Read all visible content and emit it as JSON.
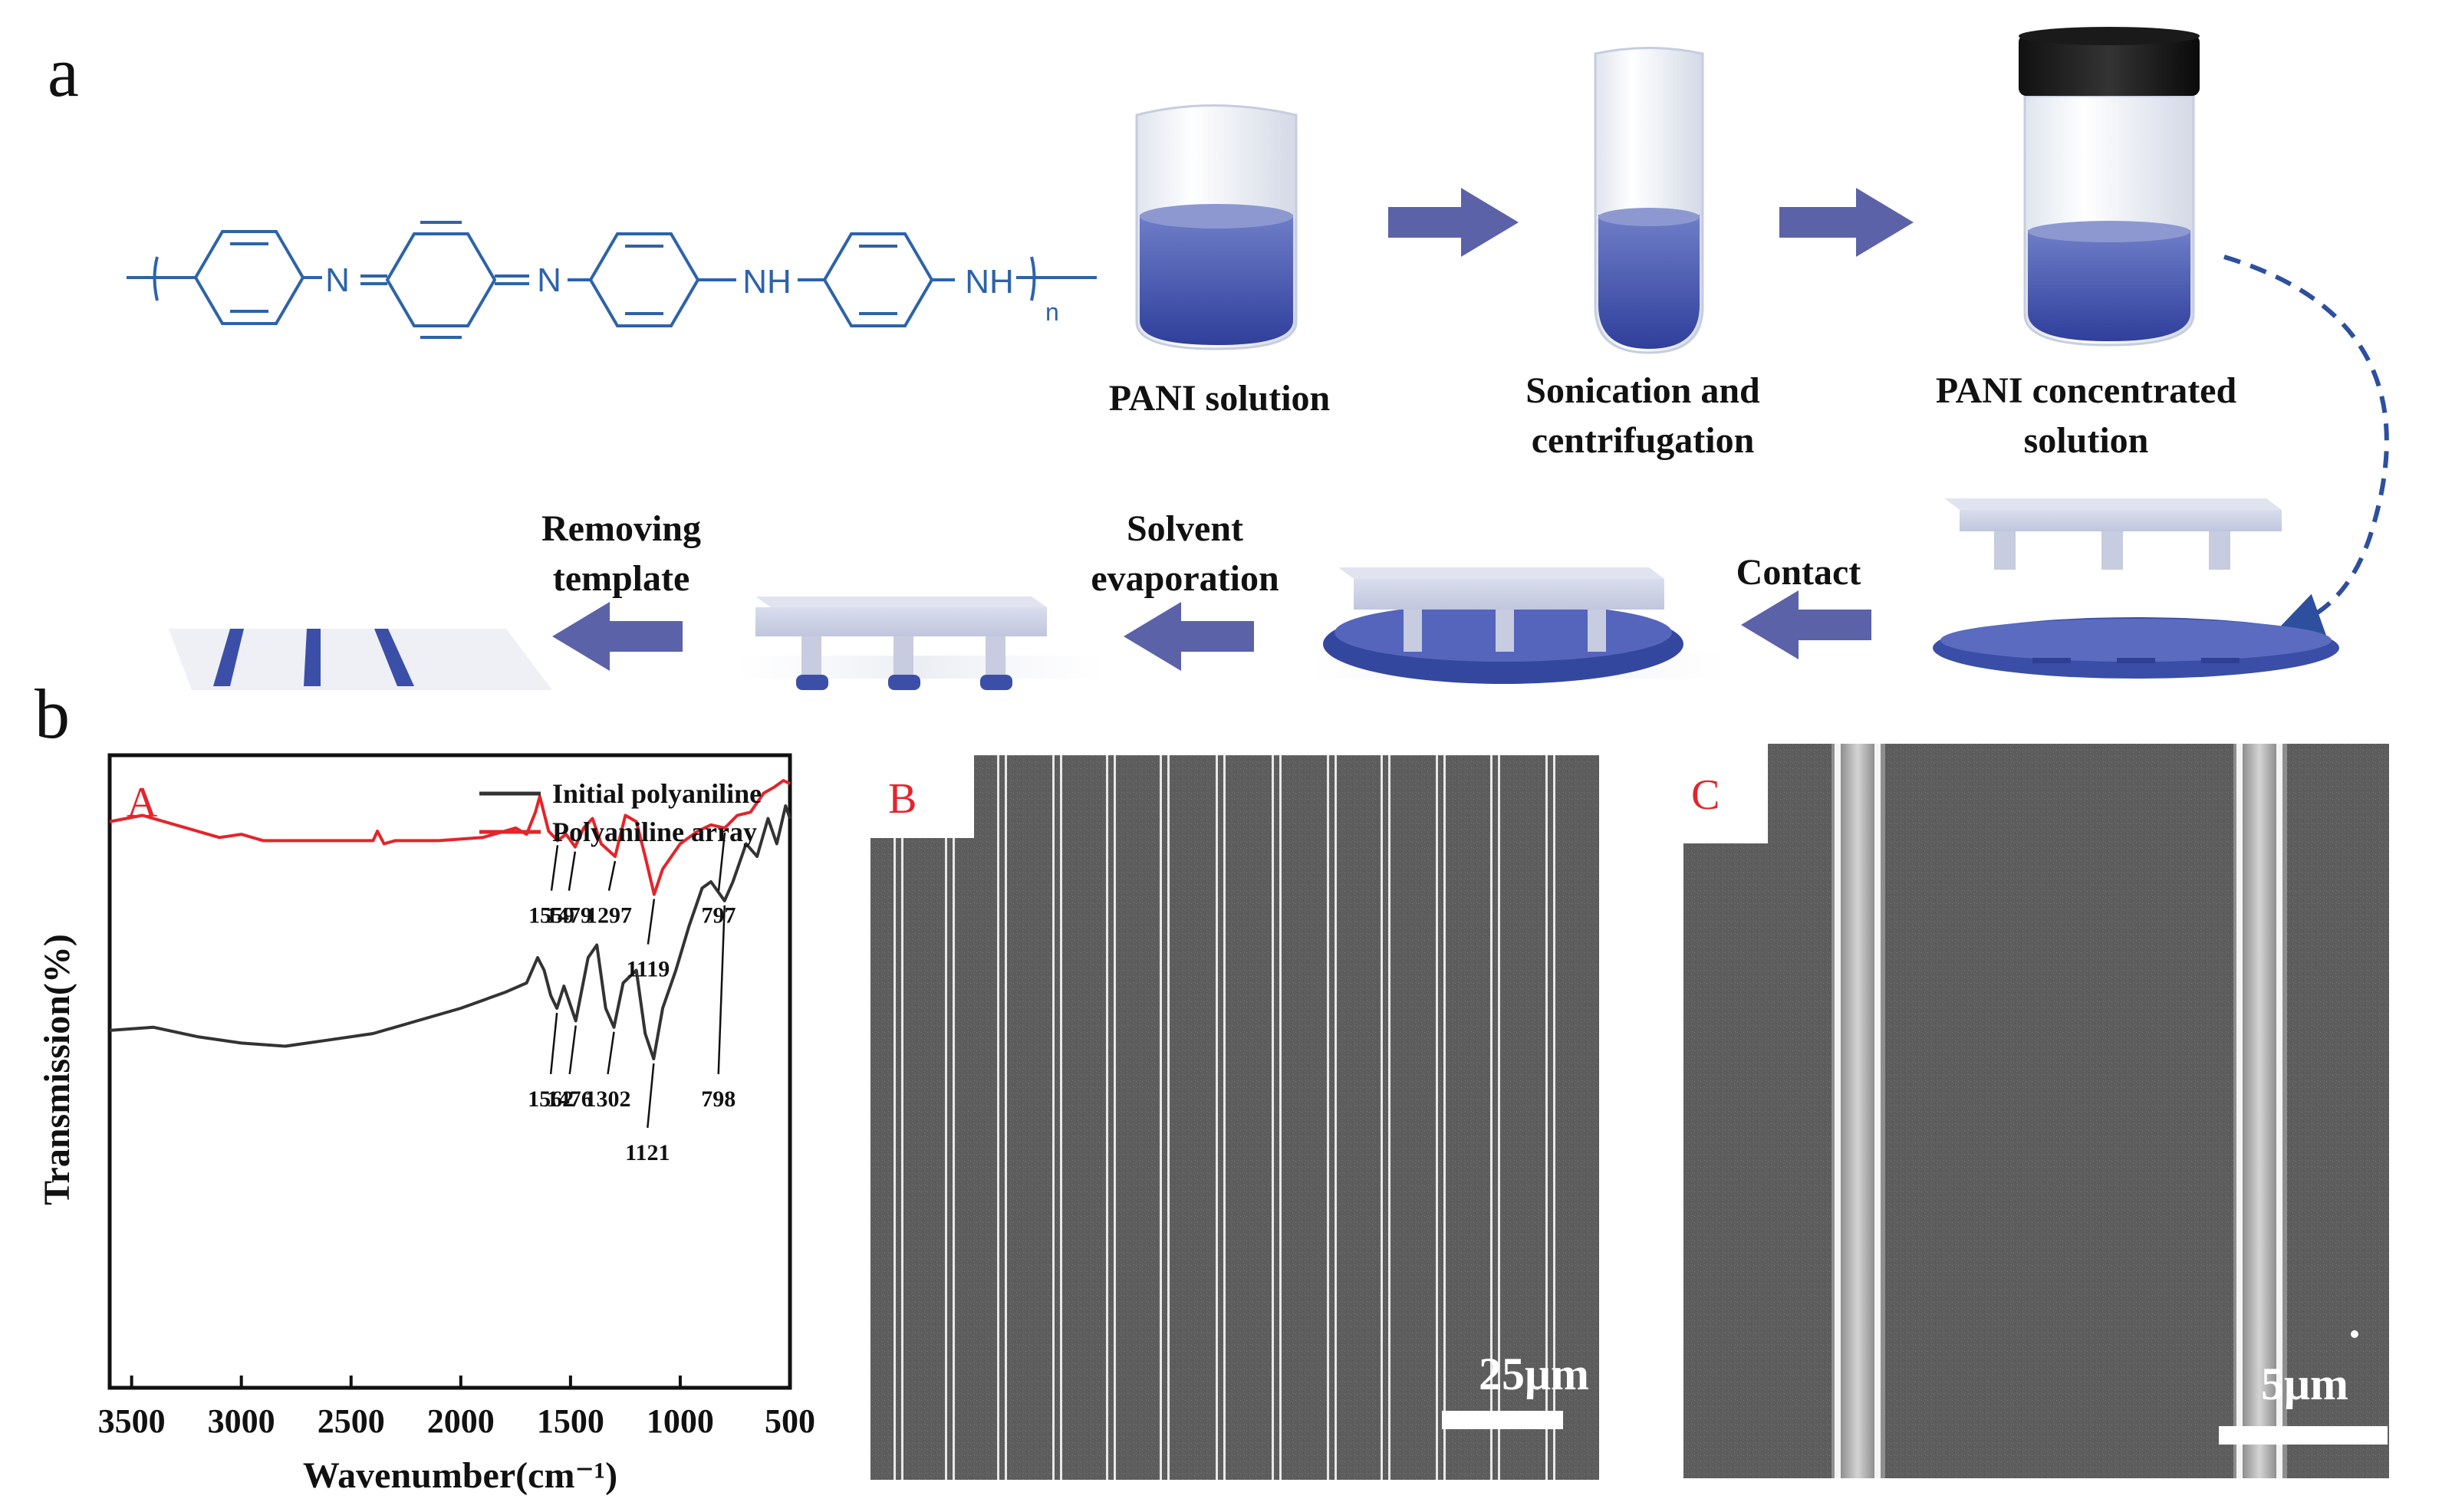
{
  "panels": {
    "a": "a",
    "b": "b",
    "A": "A",
    "B": "B",
    "C": "C"
  },
  "structure": {
    "nh1": "NH",
    "nh2": "NH",
    "n_sub": "n",
    "n_left": "N",
    "n_right": "N",
    "eq_left": "=",
    "eq_right": "="
  },
  "process": {
    "step1": "PANI solution",
    "step2_line1": "Sonication and",
    "step2_line2": "centrifugation",
    "step3_line1": "PANI concentrated",
    "step3_line2": "solution",
    "step4": "Contact",
    "step5_line1": "Solvent",
    "step5_line2": "evaporation",
    "step6_line1": "Removing",
    "step6_line2": "template"
  },
  "colors": {
    "pani_blue": "#3b4fa8",
    "arrow": "#5b62a8",
    "structure": "#2d63a9",
    "template": "#c9cfe3",
    "red_series": "#e4242b",
    "black_series": "#333333",
    "sem_bg": "#5c5c5c"
  },
  "chart_data": {
    "type": "line",
    "xlabel": "Wavenumber(cm⁻¹)",
    "ylabel": "Transmission(%)",
    "xlim": [
      3600,
      500
    ],
    "xticks": [
      3500,
      3000,
      2500,
      2000,
      1500,
      1000,
      500
    ],
    "legend_position": "top-right",
    "series": [
      {
        "name": "Initial polyaniline",
        "color": "#333333",
        "x": [
          3600,
          3400,
          3200,
          3000,
          2800,
          2600,
          2400,
          2200,
          2000,
          1800,
          1700,
          1650,
          1620,
          1590,
          1562,
          1530,
          1476,
          1420,
          1380,
          1340,
          1302,
          1260,
          1200,
          1160,
          1121,
          1080,
          1020,
          960,
          900,
          860,
          798,
          760,
          700,
          650,
          600,
          560,
          520,
          500
        ],
        "y": [
          0.565,
          0.57,
          0.555,
          0.545,
          0.54,
          0.55,
          0.56,
          0.58,
          0.6,
          0.625,
          0.64,
          0.68,
          0.66,
          0.62,
          0.6,
          0.635,
          0.58,
          0.68,
          0.7,
          0.6,
          0.57,
          0.64,
          0.66,
          0.56,
          0.52,
          0.6,
          0.66,
          0.73,
          0.79,
          0.8,
          0.77,
          0.8,
          0.86,
          0.84,
          0.9,
          0.86,
          0.92,
          0.9
        ]
      },
      {
        "name": "Polyaniline array",
        "color": "#e4242b",
        "x": [
          3600,
          3450,
          3300,
          3100,
          3000,
          2900,
          2800,
          2600,
          2400,
          2380,
          2350,
          2300,
          2100,
          1900,
          1750,
          1700,
          1660,
          1640,
          1600,
          1559,
          1520,
          1479,
          1440,
          1400,
          1360,
          1297,
          1250,
          1200,
          1160,
          1119,
          1080,
          1000,
          920,
          860,
          797,
          740,
          680,
          620,
          570,
          530,
          500
        ],
        "y": [
          0.895,
          0.905,
          0.89,
          0.87,
          0.875,
          0.865,
          0.865,
          0.865,
          0.865,
          0.88,
          0.86,
          0.865,
          0.865,
          0.87,
          0.885,
          0.875,
          0.91,
          0.935,
          0.88,
          0.865,
          0.875,
          0.855,
          0.885,
          0.9,
          0.86,
          0.84,
          0.905,
          0.895,
          0.84,
          0.78,
          0.82,
          0.86,
          0.88,
          0.89,
          0.885,
          0.905,
          0.91,
          0.94,
          0.95,
          0.96,
          0.955
        ]
      }
    ],
    "annotations_black": [
      {
        "label": "1562",
        "x": 1562
      },
      {
        "label": "1476",
        "x": 1476
      },
      {
        "label": "1302",
        "x": 1302
      },
      {
        "label": "1121",
        "x": 1121
      },
      {
        "label": "798",
        "x": 798
      }
    ],
    "annotations_red": [
      {
        "label": "1559",
        "x": 1559
      },
      {
        "label": "1479",
        "x": 1479
      },
      {
        "label": "1297",
        "x": 1297
      },
      {
        "label": "1119",
        "x": 1119
      },
      {
        "label": "797",
        "x": 797
      }
    ]
  },
  "sem": {
    "B_scale": "25μm",
    "C_scale": "5μm"
  }
}
